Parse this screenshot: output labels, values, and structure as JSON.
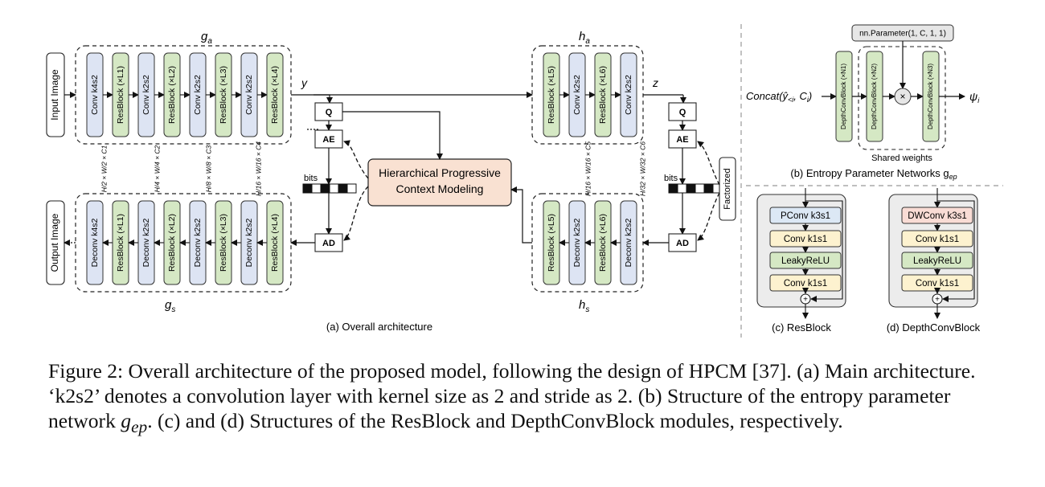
{
  "figure": {
    "labels": {
      "ga": "g",
      "ga_sub": "a",
      "gs": "g",
      "gs_sub": "s",
      "ha": "h",
      "ha_sub": "a",
      "hs": "h",
      "hs_sub": "s",
      "y": "y",
      "z": "z",
      "bits": "bits"
    },
    "input_image": "Input Image",
    "output_image": "Output Image",
    "ga_blocks": [
      "Conv k4s2",
      "ResBlock (×L1)",
      "Conv k2s2",
      "ResBlock (×L2)",
      "Conv k2s2",
      "ResBlock (×L3)",
      "Conv k2s2",
      "ResBlock (×L4)"
    ],
    "gs_blocks": [
      "Deconv k4s2",
      "ResBlock (×L1)",
      "Deconv k2s2",
      "ResBlock (×L2)",
      "Deconv k2s2",
      "ResBlock (×L3)",
      "Deconv k2s2",
      "ResBlock (×L4)"
    ],
    "ha_blocks": [
      "ResBlock (×L5)",
      "Conv k2s2",
      "ResBlock (×L6)",
      "Conv k2s2"
    ],
    "hs_blocks": [
      "ResBlock (×L5)",
      "Deconv k2s2",
      "ResBlock (×L6)",
      "Deconv k2s2"
    ],
    "dims": [
      "H/2 × W/2 × C1",
      "H/4 × W/4 × C2",
      "H/8 × W/8 × C3",
      "H/16 × W/16 × C4",
      "H/16 × W/16 × C5",
      "H/32 × W/32 × C6"
    ],
    "q": "Q",
    "ae": "AE",
    "ad": "AD",
    "hpcm_line1": "Hierarchical Progressive",
    "hpcm_line2": "Context Modeling",
    "factorized": "Factorized",
    "caption_a": "(a) Overall architecture",
    "ep": {
      "param": "nn.Parameter(1, C, 1, 1)",
      "input": "Concat(ŷ",
      "input_sub": "<i",
      "input_tail": ", C",
      "input_tail_sub": "i",
      "input_close": ")",
      "block1": "DepthConvBlock (×N1)",
      "block2": "DepthConvBlock (×N2)",
      "block3": "DepthConvBlock (×N3)",
      "mult": "×",
      "output": "ψ",
      "output_sub": "i",
      "shared": "Shared weights",
      "caption": "(b) Entropy Parameter Networks g",
      "caption_sub": "ep"
    },
    "resblock": {
      "items": [
        "PConv k3s1",
        "Conv k1s1",
        "LeakyReLU",
        "Conv k1s1"
      ],
      "caption": "(c) ResBlock"
    },
    "depthconv": {
      "items": [
        "DWConv k3s1",
        "Conv k1s1",
        "LeakyReLU",
        "Conv k1s1"
      ],
      "caption": "(d) DepthConvBlock"
    },
    "plus": "+",
    "colors": {
      "conv": "#dde4f3",
      "resblock": "#d5e8c4",
      "hpcm": "#f9e1d2",
      "pconv": "#dce8f5",
      "dwconv": "#f9dcd5",
      "yellow": "#fdf2cf",
      "param": "#e6e6e6"
    }
  },
  "caption": {
    "prefix": "Figure 2: Overall architecture of the proposed model, following the design of HPCM [37]. (a) Main architecture. ‘k2s2’ denotes a convolution layer with kernel size as 2 and stride as 2. (b) Structure of the entropy parameter network ",
    "symbol": "g",
    "symbol_sub": "ep",
    "suffix": ". (c) and (d) Structures of the ResBlock and DepthConvBlock modules, respectively."
  }
}
